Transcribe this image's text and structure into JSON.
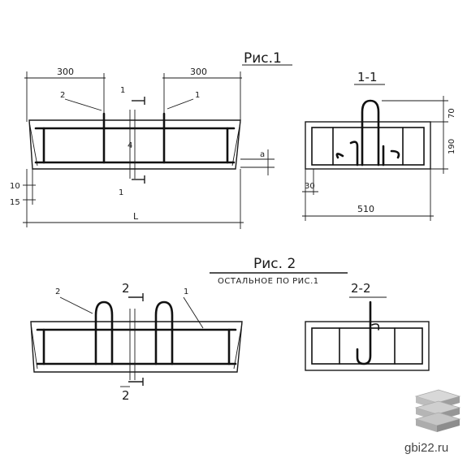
{
  "figure1": {
    "title": "Рис.1",
    "dim_left_top": "300",
    "dim_right_top": "300",
    "callout_bar2": "2",
    "callout_bar1": "1",
    "section_mark_top": "1",
    "section_mark_bottom": "1",
    "dim_a": "a",
    "dim_10": "10",
    "dim_15": "15",
    "dim_L": "L"
  },
  "section11": {
    "title": "1-1",
    "dim_70": "70",
    "dim_190": "190",
    "dim_30": "30",
    "dim_510": "510"
  },
  "figure2": {
    "title": "Рис. 2",
    "note": "ОСТАЛЬНОЕ ПО РИС.1",
    "callout_bar2": "2",
    "callout_bar1": "1",
    "section_mark_top": "2",
    "section_mark_bottom": "2"
  },
  "section22": {
    "title": "2-2"
  },
  "watermark": {
    "site": "gbi22.ru",
    "logo": "layered-slab-logo"
  }
}
